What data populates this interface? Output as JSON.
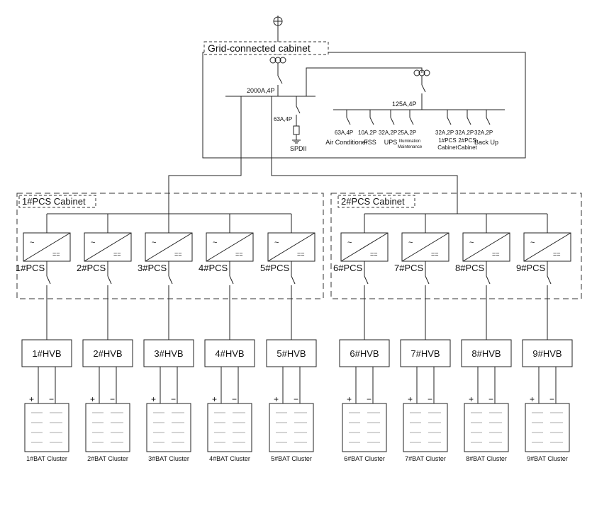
{
  "grid_cabinet": {
    "title": "Grid-connected cabinet",
    "main_breaker": "2000A,4P",
    "spd_breaker": "63A,4P",
    "spd_label": "SPDII",
    "aux_breaker": "125A,4P",
    "branches": [
      {
        "rating": "63A,4P",
        "label": "Air Conditioner"
      },
      {
        "rating": "10A,2P",
        "label": "FSS"
      },
      {
        "rating": "32A,2P",
        "label": "UPS"
      },
      {
        "rating": "25A,2P",
        "label": "Illumination Maintenance"
      },
      {
        "rating": "32A,2P",
        "label": "1#PCS Cabinet"
      },
      {
        "rating": "32A,2P",
        "label": "2#PCS Cabinet"
      },
      {
        "rating": "32A,2P",
        "label": "Back Up"
      }
    ]
  },
  "pcs_cabinets": [
    {
      "title": "1#PCS Cabinet"
    },
    {
      "title": "2#PCS Cabinet"
    }
  ],
  "units": [
    {
      "pcs": "1#PCS",
      "hvb": "1#HVB",
      "cluster": "1#BAT Cluster"
    },
    {
      "pcs": "2#PCS",
      "hvb": "2#HVB",
      "cluster": "2#BAT Cluster"
    },
    {
      "pcs": "3#PCS",
      "hvb": "3#HVB",
      "cluster": "3#BAT Cluster"
    },
    {
      "pcs": "4#PCS",
      "hvb": "4#HVB",
      "cluster": "4#BAT Cluster"
    },
    {
      "pcs": "5#PCS",
      "hvb": "5#HVB",
      "cluster": "5#BAT Cluster"
    },
    {
      "pcs": "6#PCS",
      "hvb": "6#HVB",
      "cluster": "6#BAT Cluster"
    },
    {
      "pcs": "7#PCS",
      "hvb": "7#HVB",
      "cluster": "7#BAT Cluster"
    },
    {
      "pcs": "8#PCS",
      "hvb": "8#HVB",
      "cluster": "8#BAT Cluster"
    },
    {
      "pcs": "9#PCS",
      "hvb": "9#HVB",
      "cluster": "9#BAT Cluster"
    }
  ],
  "polarity": {
    "plus": "+",
    "minus": "−"
  },
  "inverter_symbols": {
    "ac": "~",
    "dc": "=="
  }
}
